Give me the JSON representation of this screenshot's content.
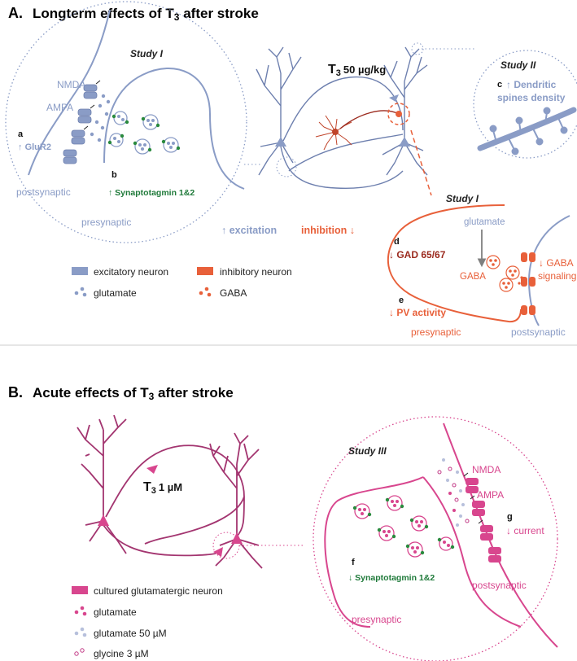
{
  "panel_a": {
    "letter": "A.",
    "title_pre": "Longterm effects of T",
    "title_sub": "3",
    "title_post": " after stroke",
    "study1_top": "Study I",
    "study2": "Study II",
    "study1_bottom": "Study I",
    "nmda": "NMDA",
    "ampa": "AMPA",
    "label_a": "a",
    "glur2": "GluR2",
    "label_b": "b",
    "synaptotagmin_up": "Synaptotagmin 1&2",
    "postsynaptic_left": "postsynaptic",
    "presynaptic_left": "presynaptic",
    "t3_main": "T",
    "t3_sub": "3",
    "t3_dose": "50 µg/kg",
    "label_c": "c",
    "dendritic": "Dendritic",
    "spines_density": "spines density",
    "excitation": "excitation",
    "inhibition": "inhibition",
    "glutamate_right": "glutamate",
    "label_d": "d",
    "gad": "GAD 65/67",
    "gaba_right": "GABA",
    "gaba_signal": "GABA",
    "signaling": "signaling",
    "label_e": "e",
    "pv_activity": "PV activity",
    "presynaptic_right": "presynaptic",
    "postsynaptic_right": "postsynaptic",
    "legend_excitatory": "excitatory neuron",
    "legend_glutamate": "glutamate",
    "legend_inhibitory": "inhibitory neuron",
    "legend_gaba": "GABA"
  },
  "panel_b": {
    "letter": "B.",
    "title_pre": "Acute effects of T",
    "title_sub": "3",
    "title_post": " after stroke",
    "t3_main": "T",
    "t3_sub": "3",
    "t3_dose": "1 µM",
    "study3": "Study III",
    "nmda": "NMDA",
    "ampa": "AMPA",
    "label_g": "g",
    "current": "current",
    "label_f": "f",
    "synaptotagmin_down": "Synaptotagmin 1&2",
    "postsynaptic": "postsynaptic",
    "presynaptic": "presynaptic",
    "legend_cultured": "cultured glutamatergic neuron",
    "legend_glutamate": "glutamate",
    "legend_glutamate50": "glutamate 50 µM",
    "legend_glycine": "glycine 3 µM"
  },
  "colors": {
    "excitatory": "#8a9cc6",
    "excitatory_dark": "#6d7fae",
    "inhibitory": "#e8603a",
    "inhibitory_dark": "#9b2a1e",
    "cultured": "#d8468e",
    "cultured_dark": "#a33570",
    "green": "#1f7a3a",
    "gray": "#7f7f7f"
  }
}
